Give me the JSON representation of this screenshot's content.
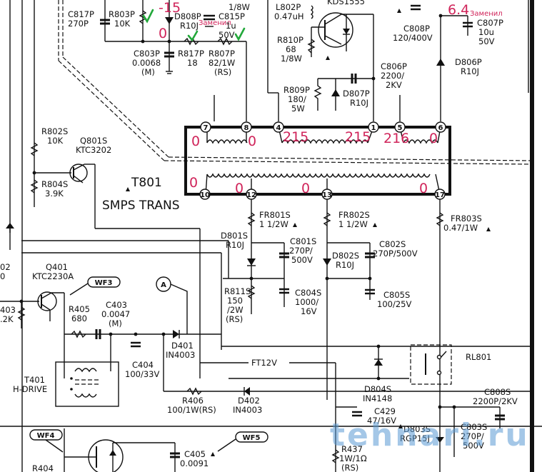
{
  "diagram": {
    "title_labels": {
      "transformer_ref": "T801",
      "transformer_name": "SMPS TRANS",
      "relay": "RL801",
      "hdrive_ref": "T401",
      "hdrive_name": "H-DRIVE",
      "ft12v": "FT12V",
      "node_a": "A",
      "watermark": "tehnari.ru"
    },
    "waveforms": [
      "WF3",
      "WF4",
      "WF5"
    ],
    "pins": [
      "7",
      "8",
      "4",
      "1",
      "5",
      "6",
      "10",
      "12",
      "13",
      "17"
    ],
    "voltages": {
      "v_minus15": "-15",
      "v_0_top": "0",
      "v_6_4": "6.4",
      "pin7": "0",
      "pin8": "0",
      "pin4": "215",
      "pin1": "215",
      "pin5": "216",
      "pin6": "0",
      "pin10": "0",
      "pin12": "0",
      "pin13": "0",
      "pin17": "0"
    },
    "notes": {
      "replaced_c815": "Заменил",
      "replaced_c807": "Заменил"
    },
    "components": {
      "c817p": [
        "C817P",
        "270P"
      ],
      "r803p": [
        "R803P",
        "10K"
      ],
      "d808p": [
        "D808P",
        "R10J"
      ],
      "c815p": [
        "C815P",
        "1u",
        "50V"
      ],
      "top_res_frag": [
        "1/8W"
      ],
      "c803p": [
        "C803P",
        "0.0068",
        "(M)"
      ],
      "r817p": [
        "R817P",
        "18"
      ],
      "r807p": [
        "R807P",
        "82/1W",
        "(RS)"
      ],
      "l802p": [
        "L802P",
        "0.47uH"
      ],
      "kds1555": [
        "KDS1555"
      ],
      "r810p": [
        "R810P",
        "68",
        "1/8W"
      ],
      "c808p": [
        "C808P",
        "120/400V"
      ],
      "c807p": [
        "C807P",
        "10u",
        "50V"
      ],
      "d806p": [
        "D806P",
        "R10J"
      ],
      "c806p": [
        "C806P",
        "2200/",
        "2KV"
      ],
      "r809p": [
        "R809P",
        "180/",
        "5W"
      ],
      "d807p": [
        "D807P",
        "R10J"
      ],
      "r802s": [
        "R802S",
        "10K"
      ],
      "q801s": [
        "Q801S",
        "KTC3202"
      ],
      "r804s": [
        "R804S",
        "3.9K"
      ],
      "fr801s": [
        "FR801S",
        "1 1/2W"
      ],
      "fr802s": [
        "FR802S",
        "1 1/2W"
      ],
      "fr803s": [
        "FR803S",
        "0.47/1W"
      ],
      "d801s": [
        "D801S",
        "R10J"
      ],
      "c801s": [
        "C801S",
        "270P/",
        "500V"
      ],
      "d802s": [
        "D802S",
        "R10J"
      ],
      "c802s": [
        "C802S",
        "270P/500V"
      ],
      "r811s": [
        "R811S",
        "150",
        "/2W",
        "(RS)"
      ],
      "c804s": [
        "C804S",
        "1000/",
        "16V"
      ],
      "c805s": [
        "C805S",
        "100/25V"
      ],
      "q401": [
        "Q401",
        "KTC2230A"
      ],
      "r405": [
        "R405",
        "680"
      ],
      "c403": [
        "C403",
        "0.0047",
        "(M)"
      ],
      "r403_frag": [
        "403",
        ".2K"
      ],
      "left_frag": [
        "02",
        "0"
      ],
      "d401": [
        "D401",
        "IN4003"
      ],
      "c404": [
        "C404",
        "100/33V"
      ],
      "r406": [
        "R406",
        "100/1W(RS)"
      ],
      "d402": [
        "D402",
        "IN4003"
      ],
      "d804s": [
        "D804S",
        "IN4148"
      ],
      "c429": [
        "C429",
        "47/16V"
      ],
      "c808s": [
        "C808S",
        "2200P/2KV"
      ],
      "d803s": [
        "D803S",
        "RGP15J"
      ],
      "c803s": [
        "C803S",
        "270P/",
        "500V"
      ],
      "r437": [
        "R437",
        "1W/1Ω",
        "(RS)"
      ],
      "c405": [
        "C405",
        "0.0091"
      ],
      "r404": [
        "R404"
      ]
    }
  }
}
